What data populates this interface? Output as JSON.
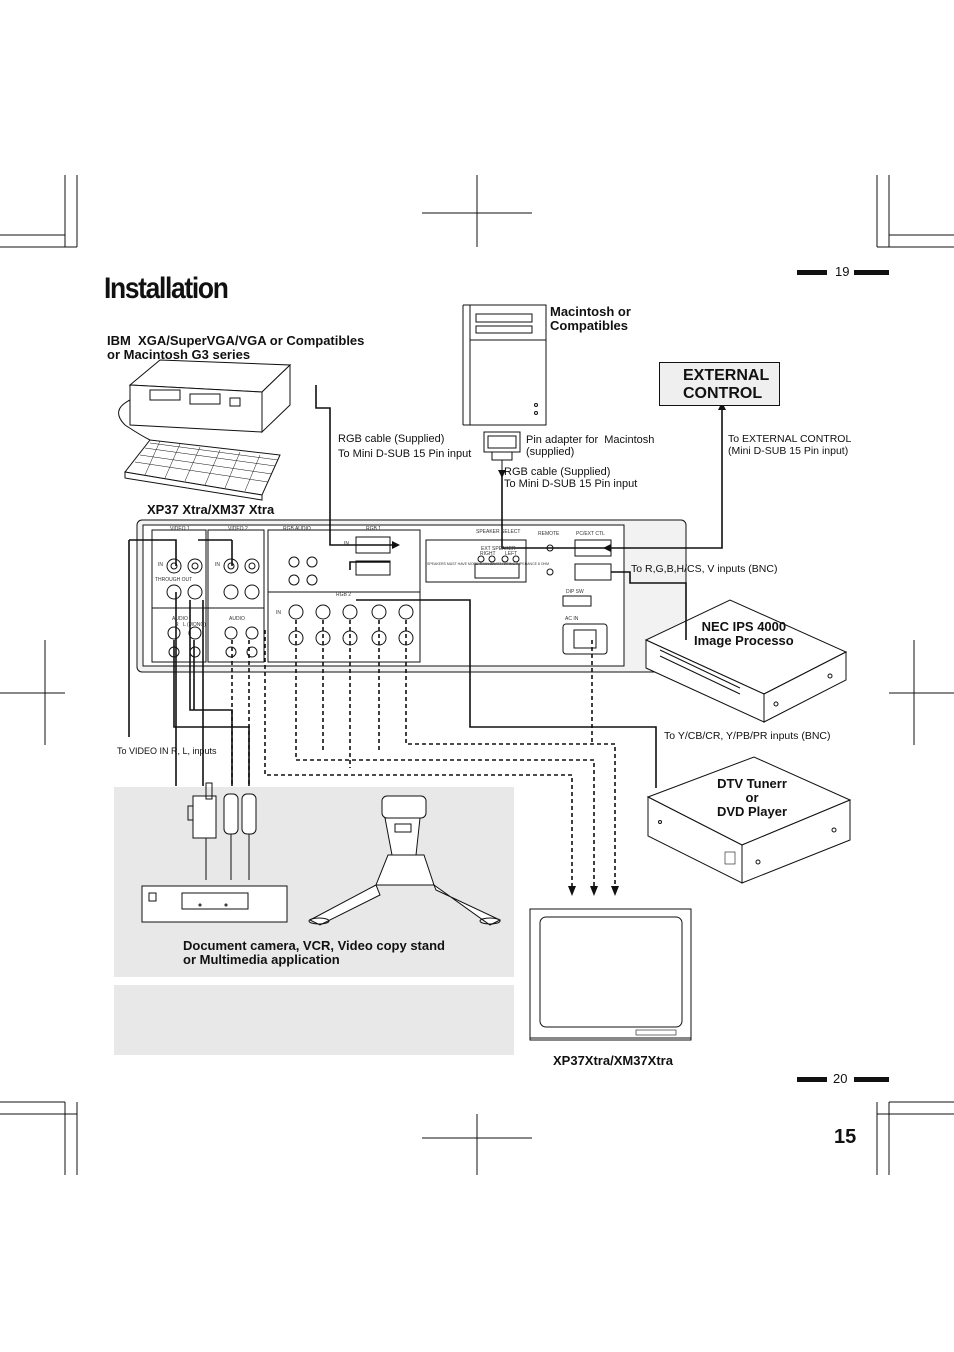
{
  "page": {
    "title": "Installation",
    "page_number": "15",
    "ref_19": "19",
    "ref_20": "20"
  },
  "labels": {
    "ibm": "IBM  XGA/SuperVGA/VGA or Compatibles\nor Macintosh G3 series",
    "mac": "Macintosh or\nCompatibles",
    "external_control": "EXTERNAL\nCONTROL",
    "rgb_cable_1": "RGB cable (Supplied)\nTo Mini D-SUB 15 Pin input",
    "pin_adapter": "Pin adapter for  Macintosh\n(supplied)",
    "rgb_cable_2": "RGB cable (Supplied)\nTo Mini D-SUB 15 Pin input",
    "to_external": "To EXTERNAL CONTROL\n(Mini D-SUB 15 Pin input)",
    "xp37_top": "XP37 Xtra/XM37 Xtra",
    "to_rgbhv": "To R,G,B,H/CS, V inputs (BNC)",
    "nec_ips": "NEC IPS 4000\nImage Processo",
    "to_ycbcr": "To Y/CB/CR, Y/PB/PR inputs (BNC)",
    "to_video_in": "To VIDEO IN R, L, inputs",
    "dtv": "DTV Tunerr\nor\nDVD Player",
    "document_camera": "Document camera, VCR, Video copy stand\nor Multimedia application",
    "xp37_bottom": "XP37Xtra/XM37Xtra"
  },
  "panel": {
    "video1": "VIDEO 1",
    "video2": "VIDEO 2",
    "rgb_audio": "RGB AUDIO",
    "rgb1": "RGB 1",
    "rgb2": "RGB 2",
    "speaker_select": "SPEAKER SELECT",
    "ext_speaker": "EXT SPEAKER",
    "remote": "REMOTE",
    "pc_ext_ctl": "PC/EXT CTL",
    "dip_sw": "DIP SW",
    "ac_in": "AC IN",
    "audio": "AUDIO",
    "in": "IN",
    "through_out": "THROUGH OUT",
    "r": "R",
    "l_mono": "L (MONO)",
    "speakers_note": "SPEAKERS MUST HAVE MORE THAN 8WATT RATING IMPEDANCE 8 OHM",
    "right": "RIGHT",
    "left": "LEFT"
  },
  "colors": {
    "line": "#111111",
    "shade": "#e8e8e8",
    "panel": "#f2f2f2"
  }
}
